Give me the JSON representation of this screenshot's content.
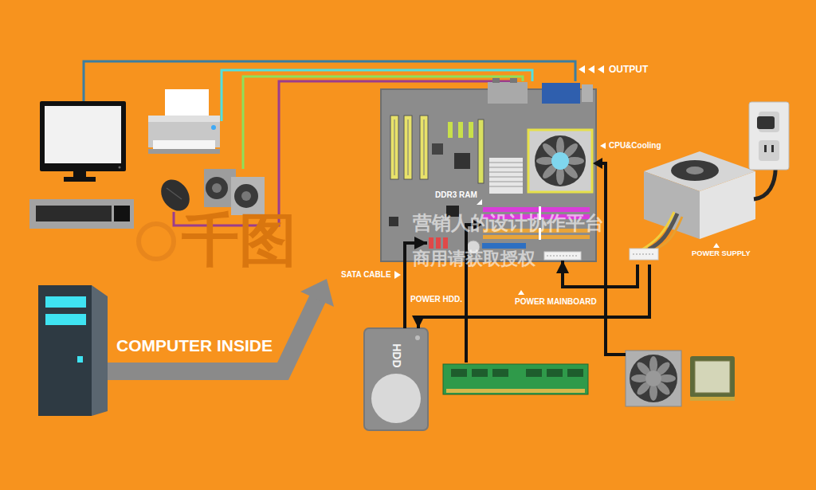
{
  "diagram": {
    "nodes": [
      {
        "text": [
          "CPU&Cooling"
        ]
      },
      {
        "text": [
          "DDR3 RAM"
        ]
      },
      {
        "text": [
          "SATA CABLE"
        ]
      },
      {
        "text": [
          "POWER MAINBOARD"
        ]
      },
      {
        "text": [
          "HDD"
        ]
      },
      {
        "text": [
          "POWER SUPPLY"
        ]
      }
    ],
    "edges": [
      {
        "from": 4,
        "to": 2,
        "arrow": "to"
      },
      {
        "from": 5,
        "to": 3,
        "arrow": "to"
      },
      {
        "from": 5,
        "to": 4,
        "label": "POWER HDD.",
        "arrow": "to"
      }
    ],
    "labels": [
      "OUTPUT",
      "COMPUTER INSIDE",
      "千图",
      "营销人的设计协作平台",
      "商用请获取授权"
    ]
  }
}
